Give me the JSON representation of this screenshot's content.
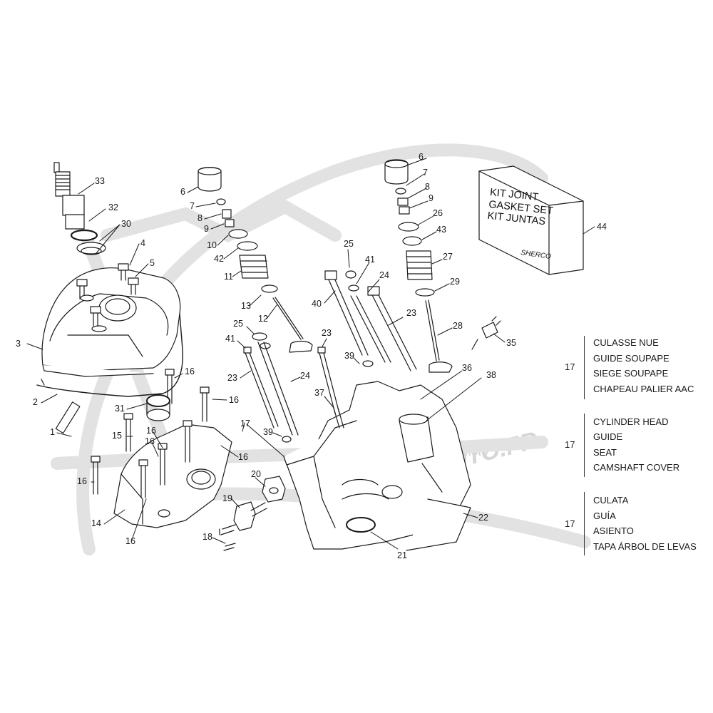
{
  "watermark": {
    "brand": "ATOMICMOTO.FR",
    "small": "moto"
  },
  "kit_box": {
    "lines": [
      "KIT JOINT",
      "GASKET SET",
      "KIT JUNTAS"
    ],
    "brand": "SHERCO"
  },
  "callouts": {
    "c33": "33",
    "c32": "32",
    "c30": "30",
    "c4": "4",
    "c5": "5",
    "c3": "3",
    "c2": "2",
    "c1": "1",
    "c16a": "16",
    "c16b": "16",
    "c31": "31",
    "c15": "15",
    "c16c": "16",
    "c16d": "16",
    "c16e": "16",
    "c16f": "16",
    "c14": "14",
    "c6a": "6",
    "c7a": "7",
    "c8a": "8",
    "c9a": "9",
    "c10": "10",
    "c42": "42",
    "c11": "11",
    "c13": "13",
    "c12": "12",
    "c25a": "25",
    "c41a": "41",
    "c23a": "23",
    "c24a": "24",
    "c39a": "39",
    "c17": "17",
    "c20": "20",
    "c19": "19",
    "c18": "18",
    "c23b": "23",
    "c37": "37",
    "c39b": "39",
    "c40": "40",
    "c25b": "25",
    "c41b": "41",
    "c24b": "24",
    "c23c": "23",
    "c6b": "6",
    "c7b": "7",
    "c8b": "8",
    "c9b": "9",
    "c26": "26",
    "c43": "43",
    "c27": "27",
    "c29": "29",
    "c28": "28",
    "c35": "35",
    "c36": "36",
    "c38": "38",
    "c22": "22",
    "c21": "21",
    "c44": "44"
  },
  "legend": [
    {
      "ref": "17",
      "lines": [
        "CULASSE NUE",
        "GUIDE SOUPAPE",
        "SIEGE SOUPAPE",
        "CHAPEAU PALIER AAC"
      ]
    },
    {
      "ref": "17",
      "lines": [
        "CYLINDER HEAD",
        "GUIDE",
        "SEAT",
        "CAMSHAFT COVER"
      ]
    },
    {
      "ref": "17",
      "lines": [
        "CULATA",
        "GUÍA",
        "ASIENTO",
        "TAPA ÁRBOL DE LEVAS"
      ]
    }
  ]
}
